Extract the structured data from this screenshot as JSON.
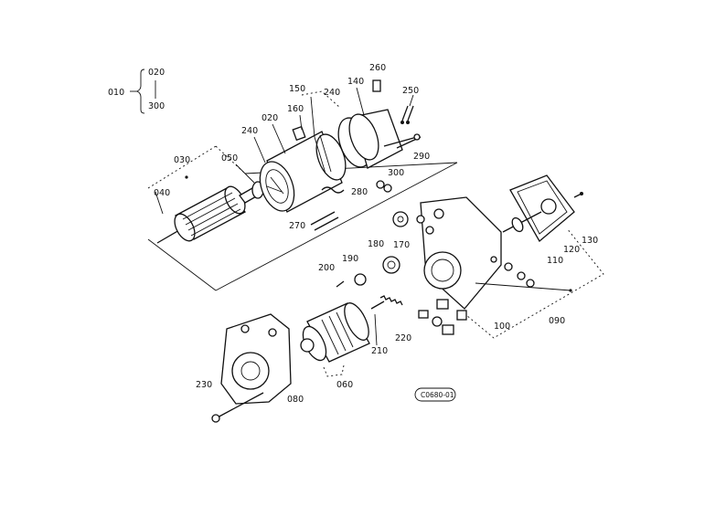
{
  "diagram": {
    "callouts": {
      "c010": "010",
      "c020_group": "020",
      "c300_group": "300",
      "c020": "020",
      "c030": "030",
      "c040": "040",
      "c050": "050",
      "c060": "060",
      "c080": "080",
      "c090": "090",
      "c100": "100",
      "c110": "110",
      "c120": "120",
      "c130": "130",
      "c140": "140",
      "c150": "150",
      "c160": "160",
      "c170": "170",
      "c180": "180",
      "c190": "190",
      "c200": "200",
      "c210": "210",
      "c220": "220",
      "c230": "230",
      "c240a": "240",
      "c240b": "240",
      "c250": "250",
      "c260": "260",
      "c270": "270",
      "c280": "280",
      "c290": "290",
      "c300": "300"
    },
    "drawing_code": "C0680-01"
  }
}
